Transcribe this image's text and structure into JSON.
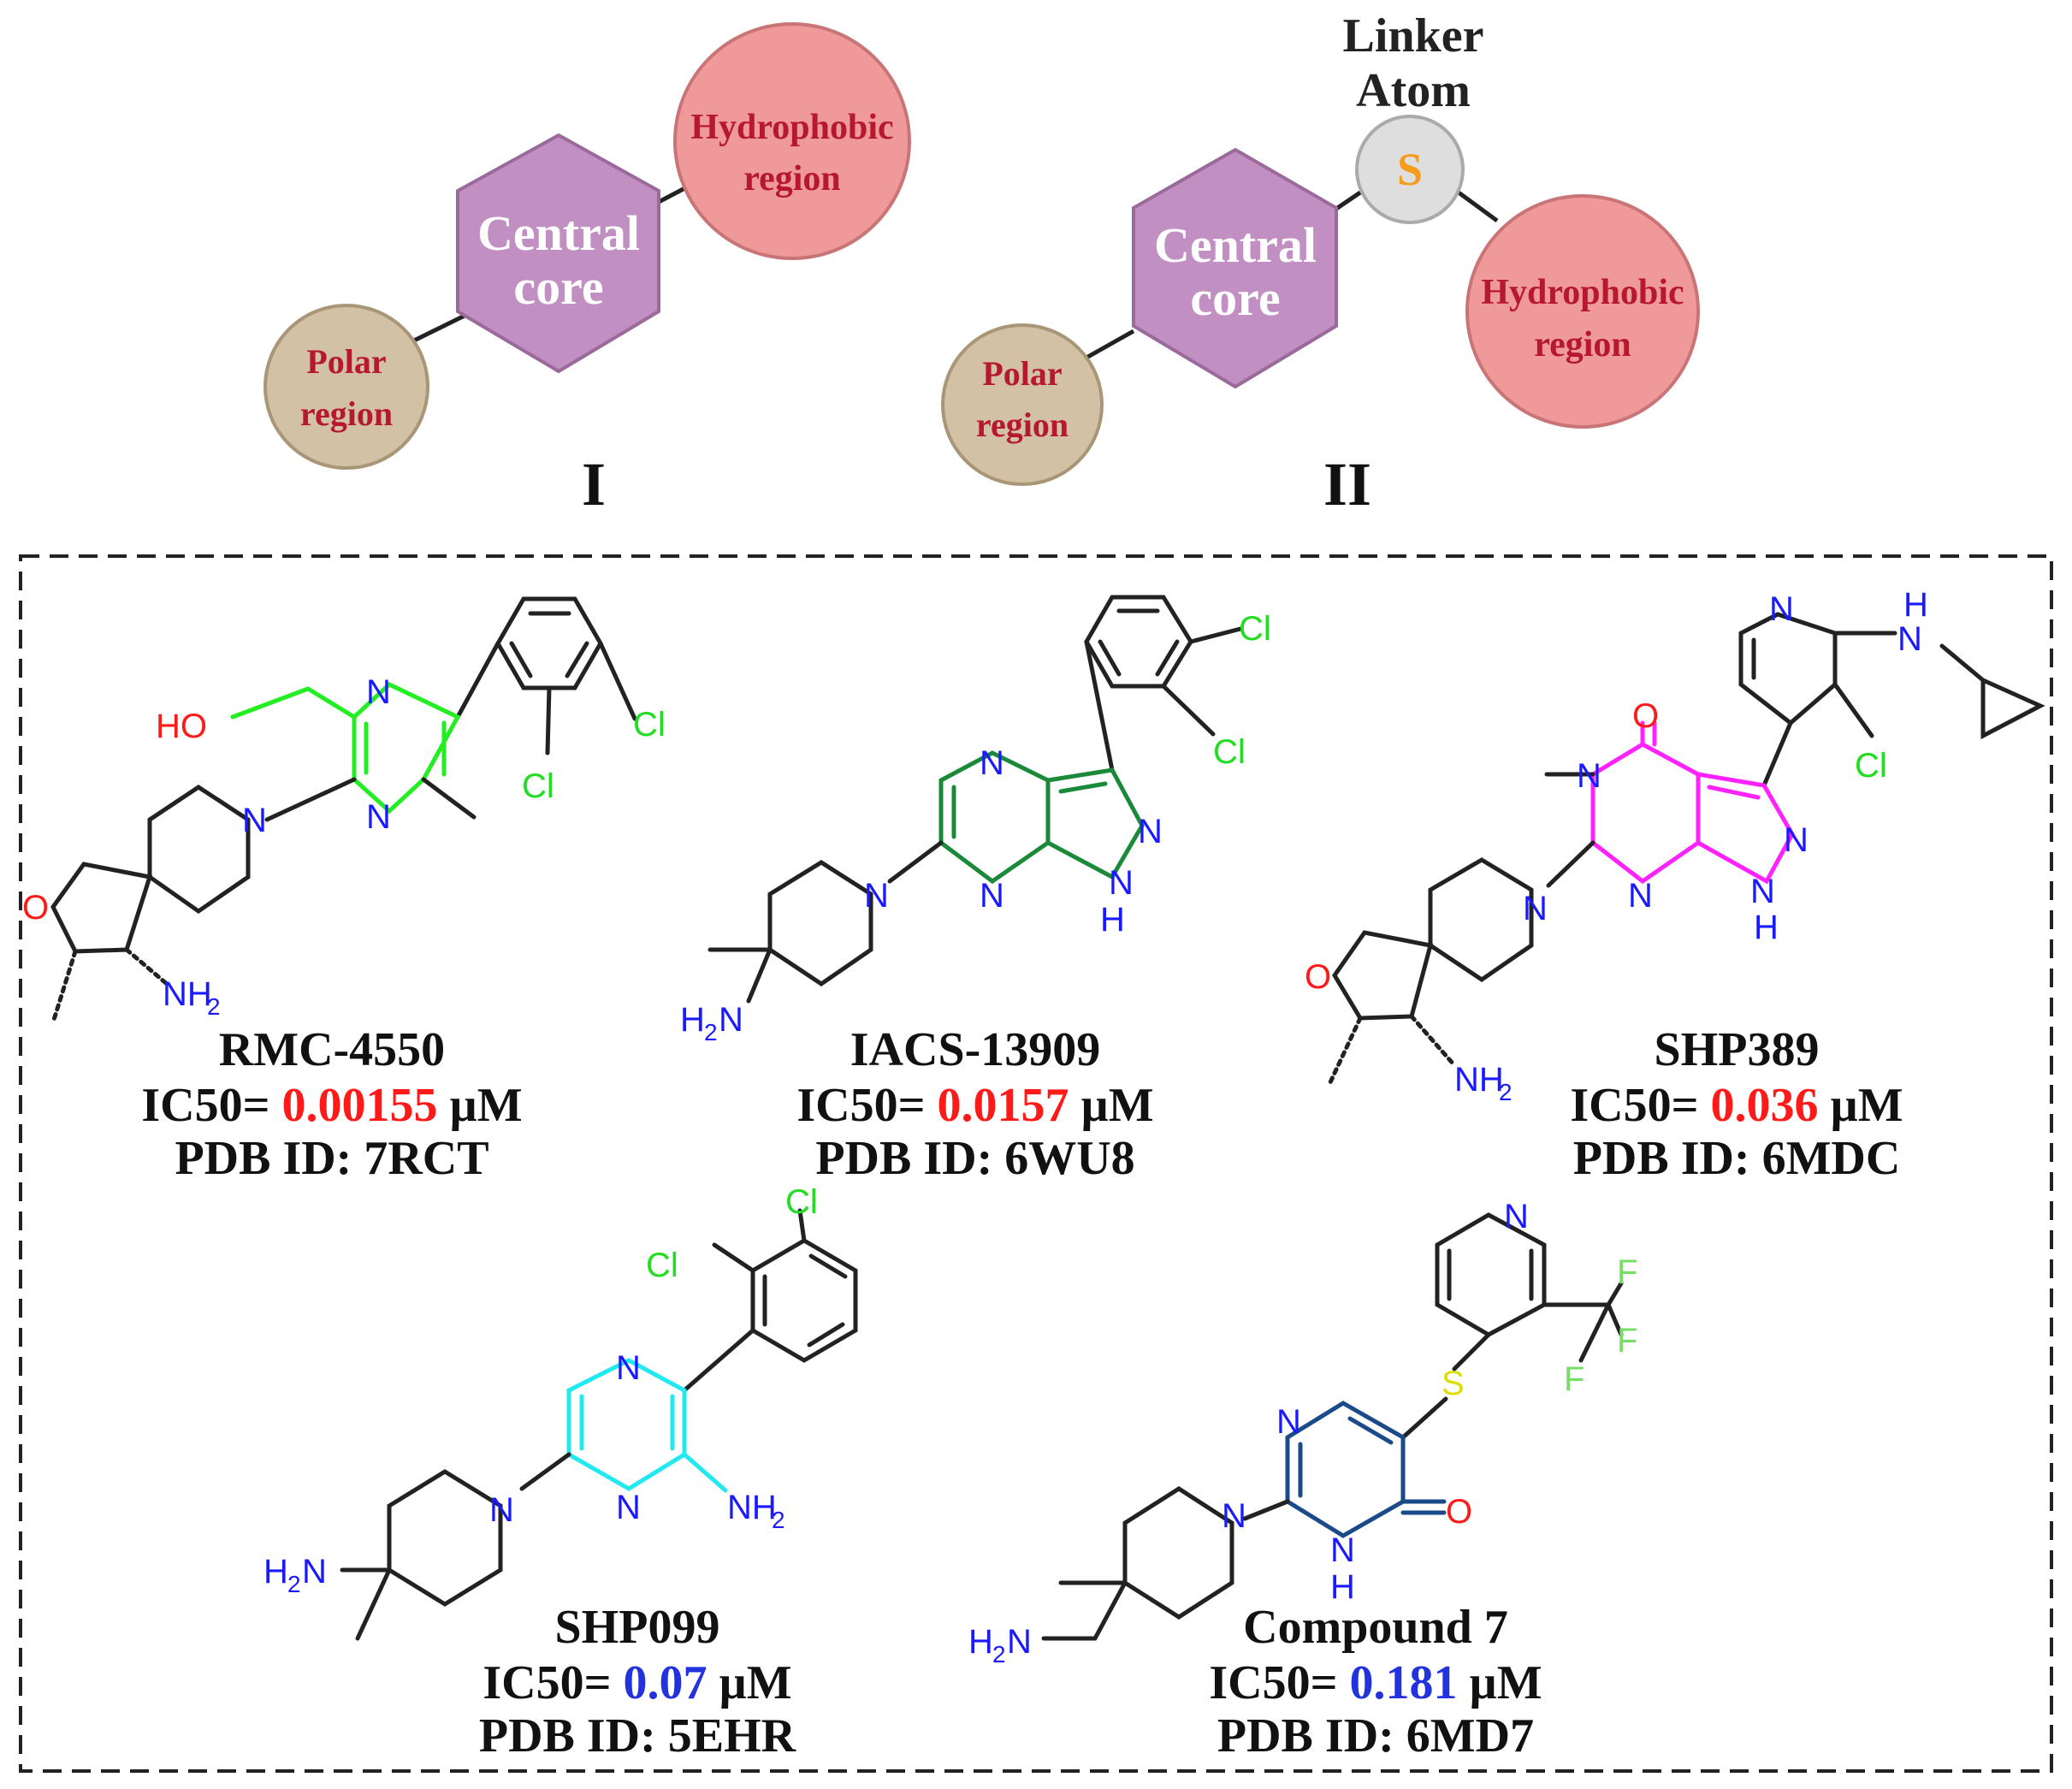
{
  "pharmacophores": [
    {
      "numeral": "I",
      "core_label": [
        "Central",
        "core"
      ],
      "polar_label": [
        "Polar",
        "region"
      ],
      "hydrophobic_label": [
        "Hydrophobic",
        "region"
      ]
    },
    {
      "numeral": "II",
      "core_label": [
        "Central",
        "core"
      ],
      "polar_label": [
        "Polar",
        "region"
      ],
      "hydrophobic_label": [
        "Hydrophobic",
        "region"
      ],
      "linker_title": [
        "Linker",
        "Atom"
      ],
      "linker_symbol": "S"
    }
  ],
  "colors": {
    "core": "#c18fc2",
    "polar": "#d2c1a5",
    "hydrophobic": "#f0999b",
    "linker": "#dedede",
    "region_text": "#b5182f",
    "linker_s": "#f59c1a",
    "ic50_top": "#ff1a1a",
    "ic50_bottom": "#2233dd"
  },
  "compounds": [
    {
      "name": "RMC-4550",
      "ic50_prefix": "IC50= ",
      "ic50_value": "0.00155",
      "ic50_unit": " µM",
      "pdb": "PDB ID: 7RCT",
      "highlight": "#22ee22"
    },
    {
      "name": "IACS-13909",
      "ic50_prefix": "IC50= ",
      "ic50_value": "0.0157",
      "ic50_unit": " µM",
      "pdb": "PDB ID: 6WU8",
      "highlight": "#1a8a3a"
    },
    {
      "name": "SHP389",
      "ic50_prefix": "IC50= ",
      "ic50_value": "0.036",
      "ic50_unit": " µM",
      "pdb": "PDB ID: 6MDC",
      "highlight": "#ff22ff"
    },
    {
      "name": "SHP099",
      "ic50_prefix": "IC50= ",
      "ic50_value": "0.07",
      "ic50_unit": " µM",
      "pdb": "PDB ID: 5EHR",
      "highlight": "#22e8f0"
    },
    {
      "name": "Compound 7",
      "ic50_prefix": "IC50= ",
      "ic50_value": "0.181",
      "ic50_unit": " µM",
      "pdb": "PDB ID: 6MD7",
      "highlight": "#1a4a8a"
    }
  ],
  "atoms": {
    "N": "N",
    "O": "O",
    "S": "S",
    "F": "F",
    "Cl": "Cl",
    "HO": "HO",
    "NH": "N",
    "H": "H",
    "NH2": "NH",
    "sub2": "2",
    "H2N": "H",
    "N_h2n": "N"
  },
  "atom_colors": {
    "N": "#1a1aff",
    "O": "#ff1a1a",
    "Cl": "#22dd22",
    "S": "#dddd00",
    "F": "#77dd66"
  }
}
